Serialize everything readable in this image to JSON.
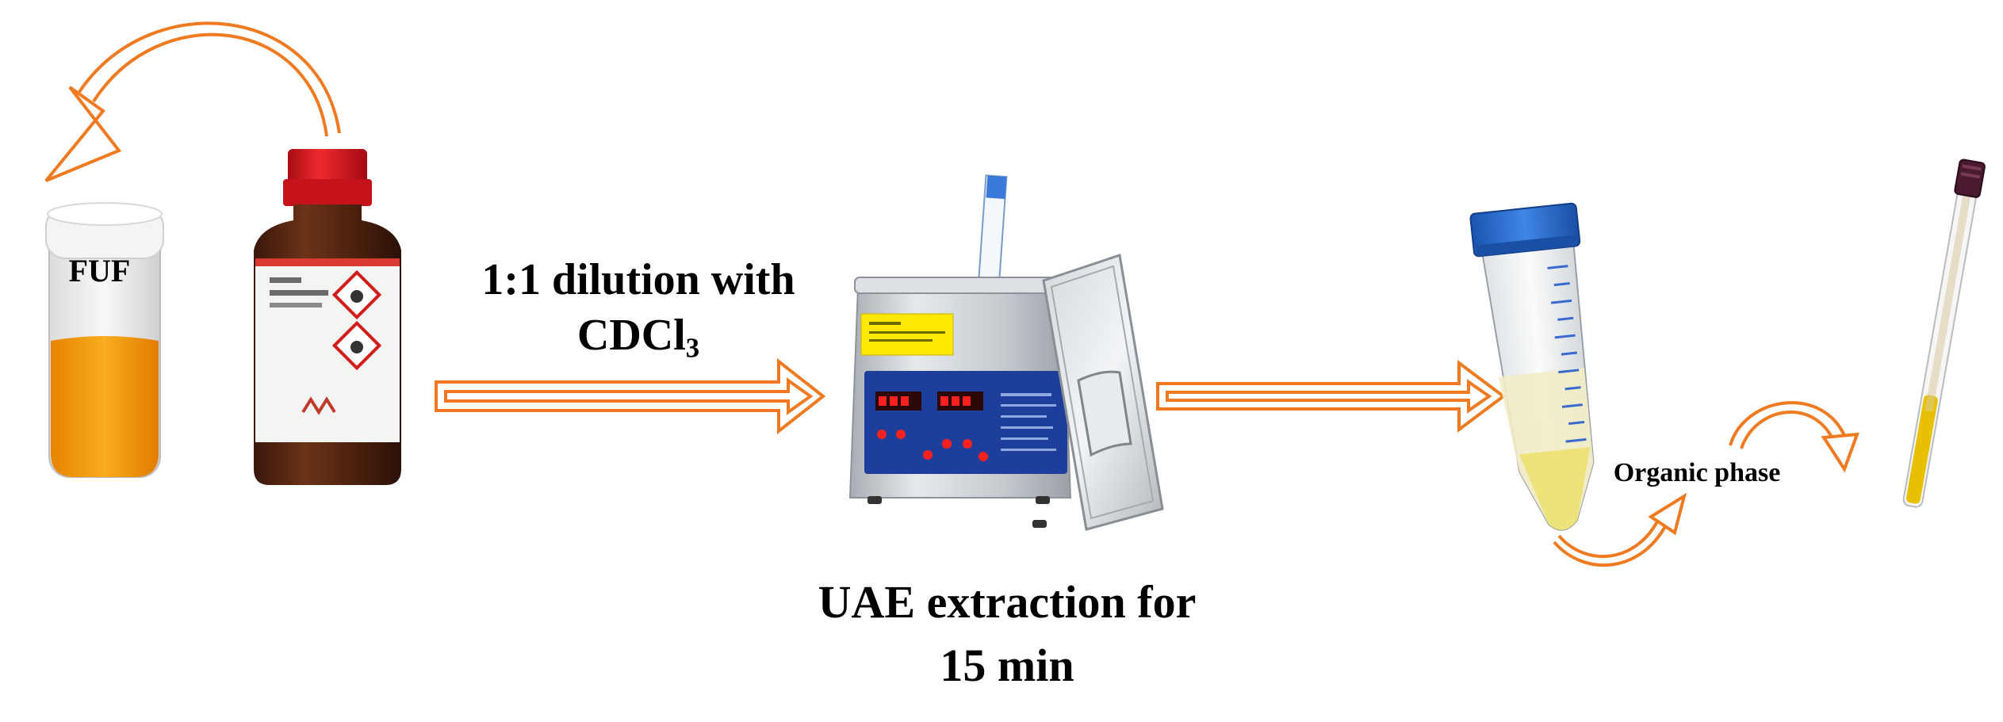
{
  "labels": {
    "sample": "FUF",
    "dilution_line1": "1:1 dilution with",
    "dilution_line2_main": "CDCl",
    "dilution_line2_sub": "3",
    "extraction_line1": "UAE extraction for",
    "extraction_line2": "15 min",
    "organic_phase": "Organic phase"
  },
  "colors": {
    "arrow": "#f07a20",
    "orange_liquid": "#f39a10",
    "yellow_liquid": "#e8c000",
    "bottle_glass": "#5a2a12",
    "bottle_cap": "#d6131d",
    "tube_cap": "#2a6fd0",
    "tube_scale": "#3a6ad0",
    "steel": "#c7ccd2",
    "panel_blue": "#1d3f9b",
    "display_red": "#ff2020",
    "warning_yellow": "#ffe800",
    "test_strip": "#3a7ad8"
  },
  "icons": [
    "vial-icon",
    "reagent-bottle-icon",
    "ultrasonic-bath-icon",
    "centrifuge-tube-icon",
    "nmr-tube-icon",
    "curved-arrow-icon",
    "double-arrow-icon"
  ]
}
